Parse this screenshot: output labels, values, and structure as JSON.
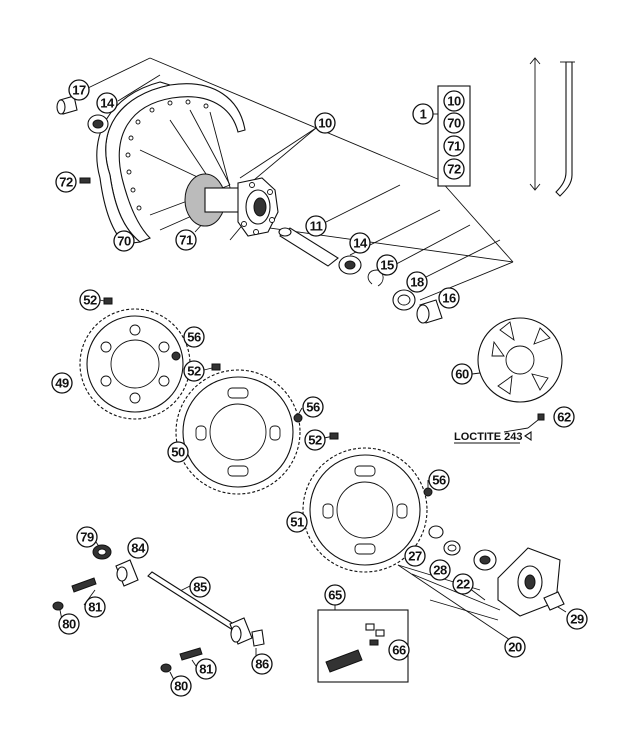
{
  "diagram": {
    "note": "LOCTITE 243",
    "kit": {
      "label": "1",
      "items": [
        "10",
        "70",
        "71",
        "72"
      ]
    },
    "callouts": {
      "c17": "17",
      "c14a": "14",
      "c10": "10",
      "c72": "72",
      "c70": "70",
      "c71": "71",
      "c11": "11",
      "c14b": "14",
      "c15": "15",
      "c18": "18",
      "c16": "16",
      "c52a": "52",
      "c56a": "56",
      "c49": "49",
      "c52b": "52",
      "c56b": "56",
      "c50": "50",
      "c52c": "52",
      "c56c": "56",
      "c51": "51",
      "c60": "60",
      "c62": "62",
      "c79": "79",
      "c84": "84",
      "c81a": "81",
      "c80a": "80",
      "c85": "85",
      "c81b": "81",
      "c80b": "80",
      "c86": "86",
      "c65": "65",
      "c66": "66",
      "c27": "27",
      "c28": "28",
      "c22": "22",
      "c20": "20",
      "c29": "29"
    }
  }
}
